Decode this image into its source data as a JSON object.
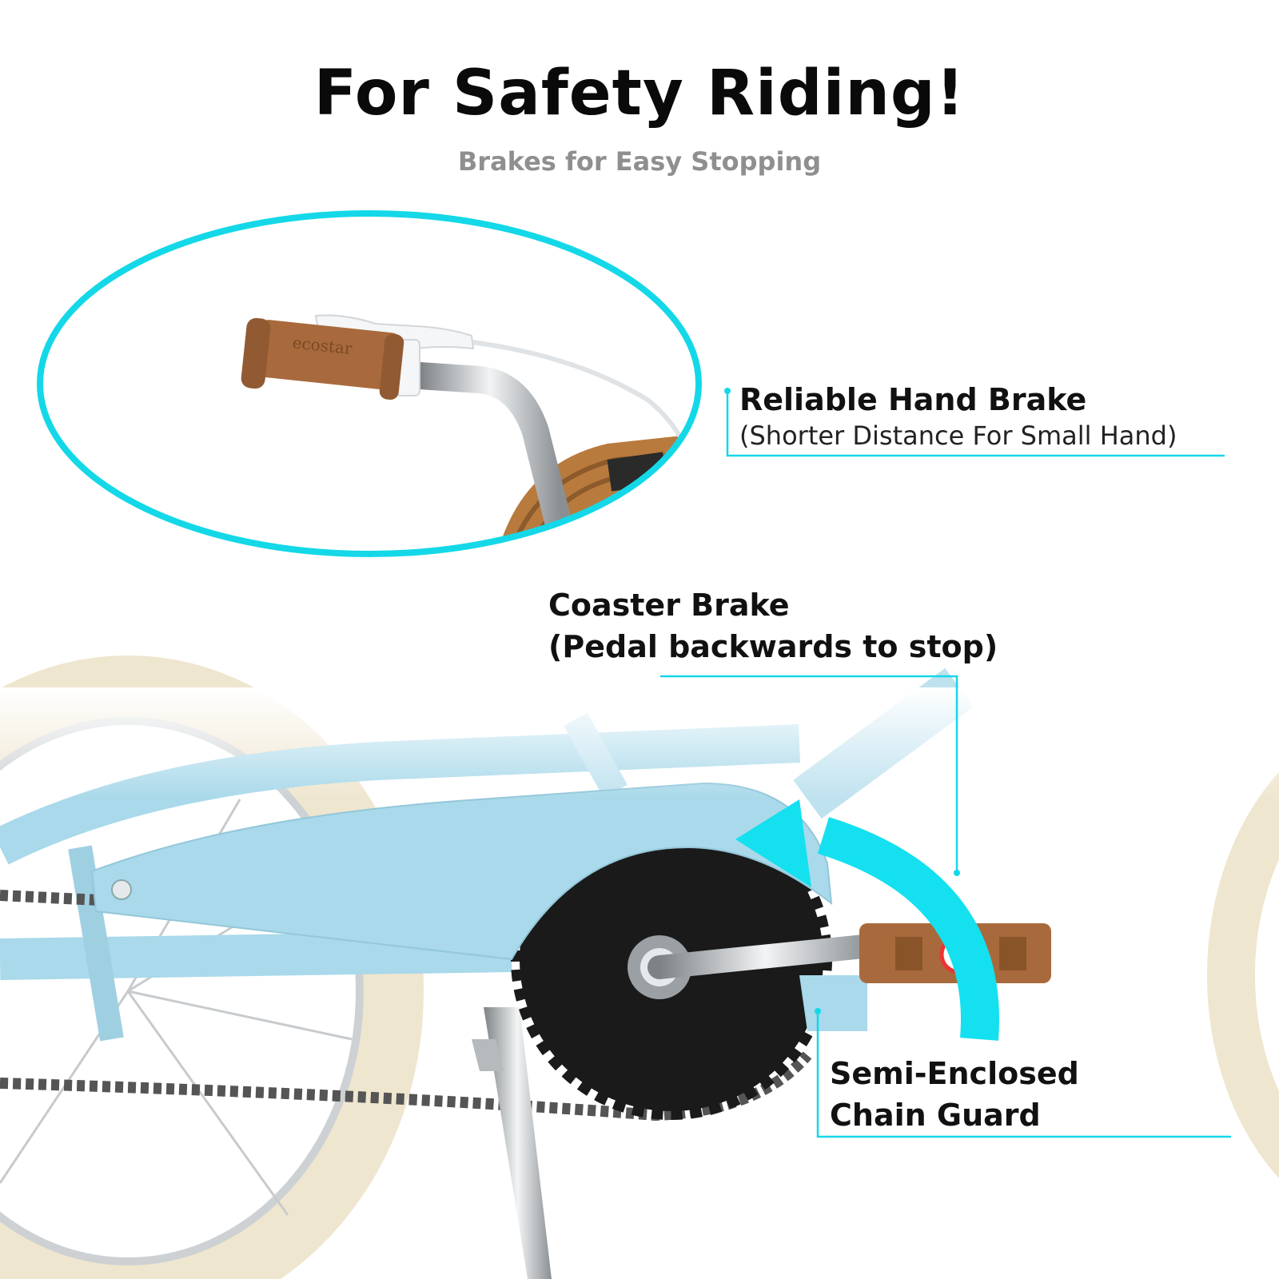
{
  "header": {
    "title": "For Safety Riding!",
    "subtitle": "Brakes for Easy Stopping"
  },
  "callouts": {
    "hand_brake": {
      "title": "Reliable Hand Brake",
      "note": "(Shorter Distance For Small Hand)"
    },
    "coaster_brake": {
      "title": "Coaster Brake",
      "note": "(Pedal backwards to stop)"
    },
    "chain_guard": {
      "line1": "Semi-Enclosed",
      "line2": "Chain Guard"
    }
  },
  "grip_logo": "ecostar",
  "colors": {
    "accent": "#14d8e8",
    "frame": "#a9d9ea",
    "tire": "#efe6cf",
    "grip": "#a86a3c",
    "sprocket": "#1a1a1a"
  },
  "icons": [
    "rotation-arrow-icon",
    "pedal-reflector-icon"
  ]
}
